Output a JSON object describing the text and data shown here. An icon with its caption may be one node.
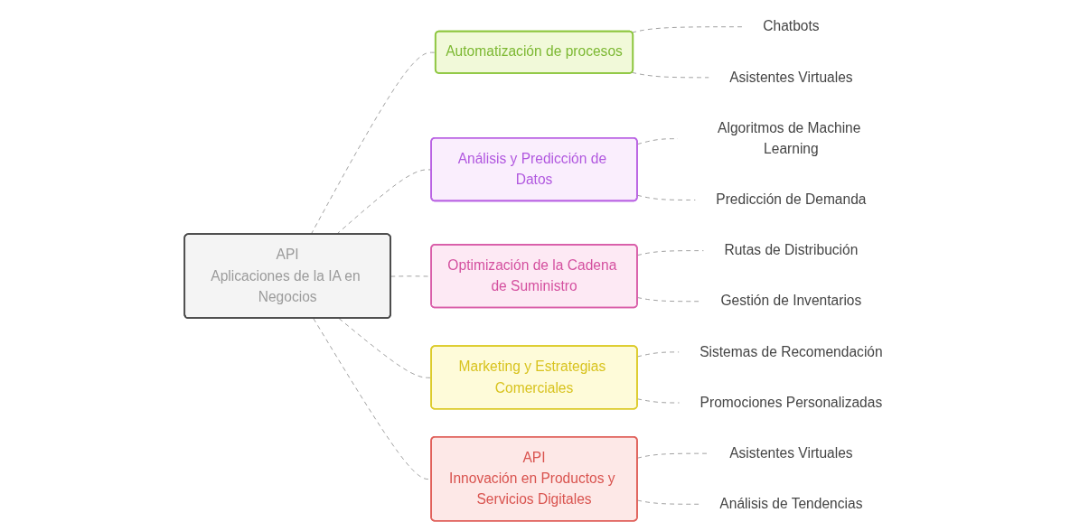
{
  "diagram": {
    "nodes": [
      {
        "text": [
          "API",
          "Aplicaciones de la IA en Negocios"
        ]
      },
      {
        "text": [
          "Automatización de procesos"
        ]
      },
      {
        "text": [
          "Chatbots"
        ]
      },
      {
        "text": [
          "Asistentes Virtuales"
        ]
      },
      {
        "text": [
          "Análisis y Predicción de Datos"
        ]
      },
      {
        "text": [
          "Algoritmos de Machine Learning"
        ]
      },
      {
        "text": [
          "Predicción de Demanda"
        ]
      },
      {
        "text": [
          "Optimización de la Cadena de Suministro"
        ]
      },
      {
        "text": [
          "Rutas de Distribución"
        ]
      },
      {
        "text": [
          "Gestión de Inventarios"
        ]
      },
      {
        "text": [
          "Marketing y Estrategias Comerciales"
        ]
      },
      {
        "text": [
          "Sistemas de Recomendación"
        ]
      },
      {
        "text": [
          "Promociones Personalizadas"
        ]
      },
      {
        "text": [
          "API",
          "Innovación en Productos y Servicios Digitales"
        ]
      },
      {
        "text": [
          "Asistentes Virtuales"
        ]
      },
      {
        "text": [
          "Análisis de Tendencias"
        ]
      }
    ],
    "edges": [
      {
        "from": 0,
        "to": 1,
        "arrow": "none",
        "style": "dashed"
      },
      {
        "from": 1,
        "to": 2,
        "arrow": "none",
        "style": "dashed"
      },
      {
        "from": 1,
        "to": 3,
        "arrow": "none",
        "style": "dashed"
      },
      {
        "from": 0,
        "to": 4,
        "arrow": "none",
        "style": "dashed"
      },
      {
        "from": 4,
        "to": 5,
        "arrow": "none",
        "style": "dashed"
      },
      {
        "from": 4,
        "to": 6,
        "arrow": "none",
        "style": "dashed"
      },
      {
        "from": 0,
        "to": 7,
        "arrow": "none",
        "style": "dashed"
      },
      {
        "from": 7,
        "to": 8,
        "arrow": "none",
        "style": "dashed"
      },
      {
        "from": 7,
        "to": 9,
        "arrow": "none",
        "style": "dashed"
      },
      {
        "from": 0,
        "to": 10,
        "arrow": "none",
        "style": "dashed"
      },
      {
        "from": 10,
        "to": 11,
        "arrow": "none",
        "style": "dashed"
      },
      {
        "from": 10,
        "to": 12,
        "arrow": "none",
        "style": "dashed"
      },
      {
        "from": 0,
        "to": 13,
        "arrow": "none",
        "style": "dashed"
      },
      {
        "from": 13,
        "to": 14,
        "arrow": "none",
        "style": "dashed"
      },
      {
        "from": 13,
        "to": 15,
        "arrow": "none",
        "style": "dashed"
      }
    ]
  }
}
